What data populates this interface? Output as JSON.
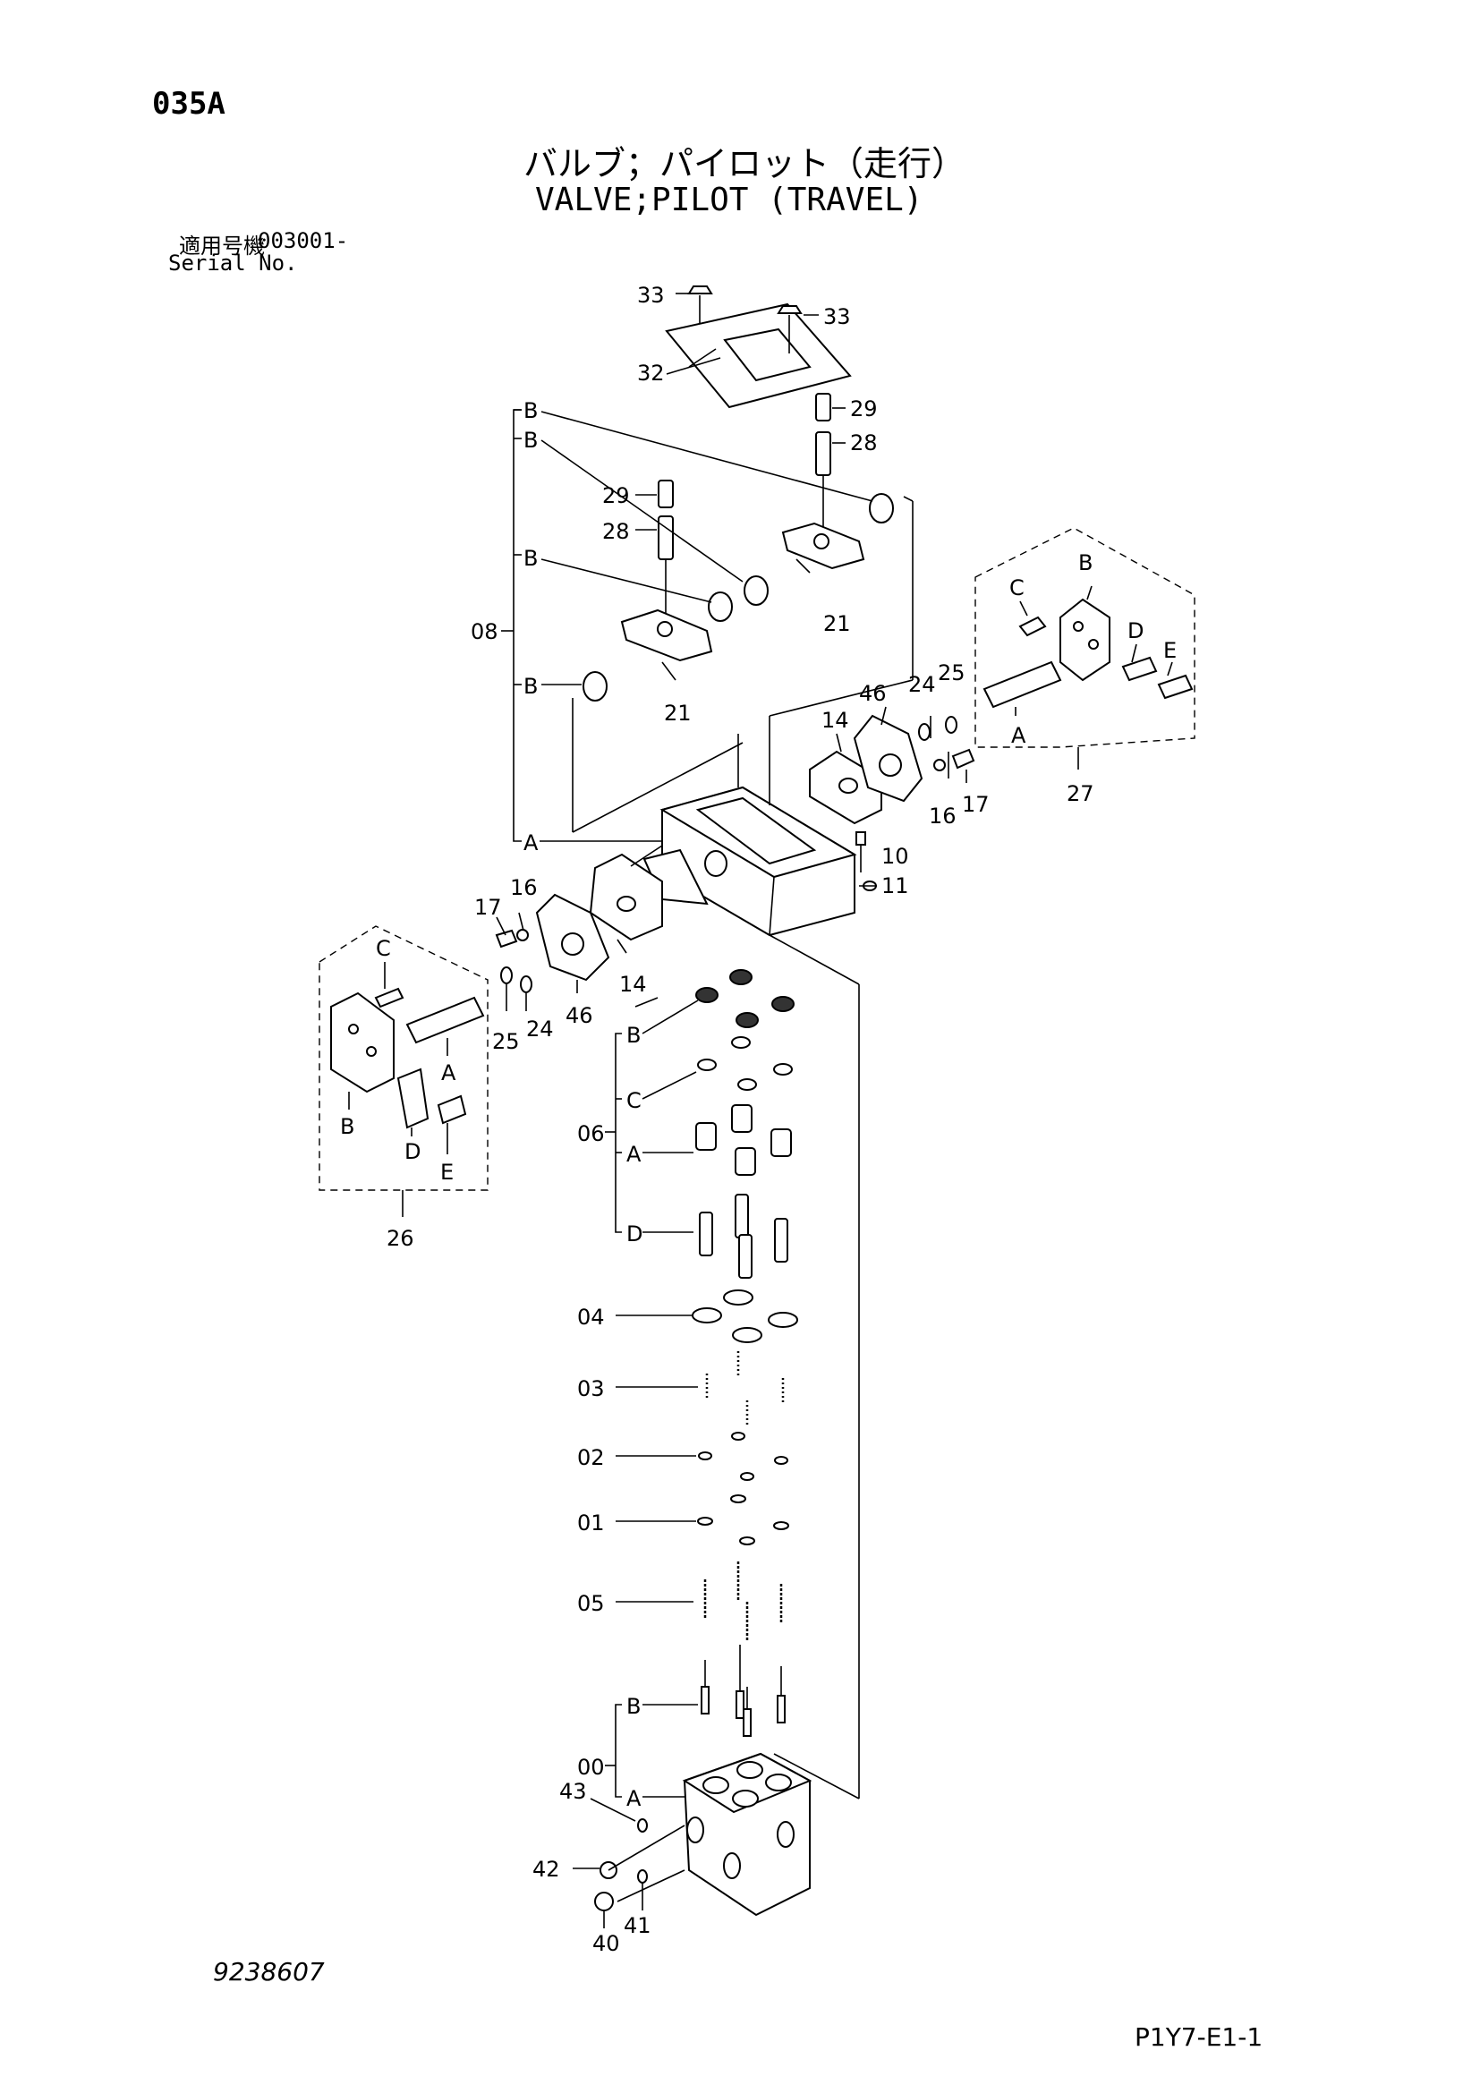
{
  "header": {
    "page_code": "035A",
    "title_jp": "バルブ；パイロット（走行）",
    "title_en": "VALVE;PILOT (TRAVEL)",
    "serial_label_jp": "適用号機",
    "serial_number": "003001-",
    "serial_label_en": "Serial No."
  },
  "footer": {
    "drawing_number": "9238607",
    "sheet_code": "P1Y7-E1-1"
  },
  "callouts": {
    "c33a": "33",
    "c33b": "33",
    "c32": "32",
    "c29a": "29",
    "c28a": "28",
    "c29b": "29",
    "c28b": "28",
    "c21a": "21",
    "c21b": "21",
    "c08": "08",
    "c08B1": "B",
    "c08B2": "B",
    "c08B3": "B",
    "c08B4": "B",
    "c08A": "A",
    "c27C": "C",
    "c27B": "B",
    "c27D": "D",
    "c27E": "E",
    "c27A": "A",
    "c27": "27",
    "c46a": "46",
    "c14a": "14",
    "c24a": "24",
    "c25a": "25",
    "c16a": "16",
    "c17a": "17",
    "c10": "10",
    "c11": "11",
    "c17b": "17",
    "c16b": "16",
    "c14b": "14",
    "c46b": "46",
    "c24b": "24",
    "c25b": "25",
    "c26C": "C",
    "c26A": "A",
    "c26B": "B",
    "c26D": "D",
    "c26E": "E",
    "c26": "26",
    "c06": "06",
    "c06B": "B",
    "c06C": "C",
    "c06A": "A",
    "c06D": "D",
    "c04": "04",
    "c03": "03",
    "c02": "02",
    "c01": "01",
    "c05": "05",
    "c00": "00",
    "c00B": "B",
    "c00A": "A",
    "c43": "43",
    "c42": "42",
    "c41": "41",
    "c40": "40"
  }
}
